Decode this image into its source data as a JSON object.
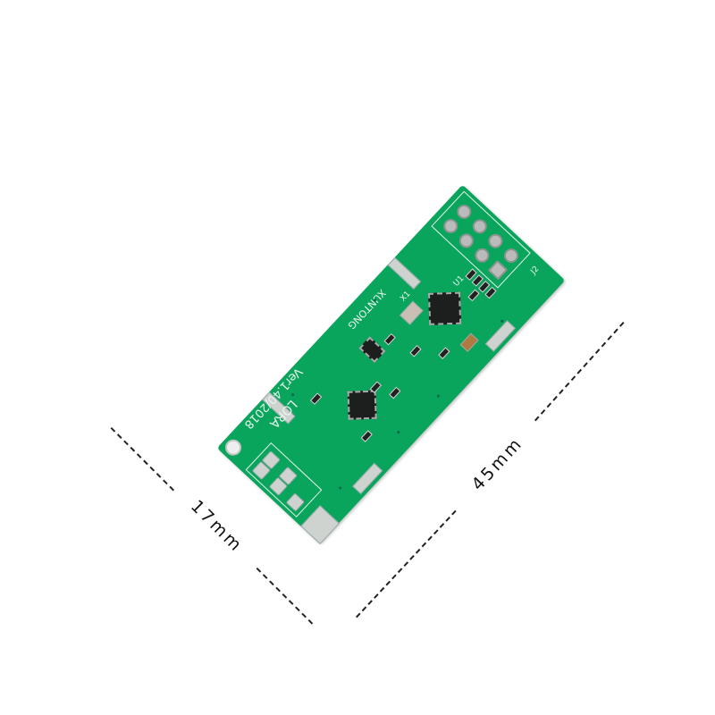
{
  "dimensions": {
    "width_label": "17mm",
    "length_label": "45mm"
  },
  "board": {
    "silkscreen": {
      "brand": "XUNTONG",
      "model": "LORA",
      "version": "Ver1.40/2018",
      "crystal": "X1",
      "ic": "U1",
      "header": "J2"
    },
    "colors": {
      "pcb": "#0aa55c",
      "pads": "#cfd3d0",
      "ink": "#eaf6ef"
    }
  }
}
